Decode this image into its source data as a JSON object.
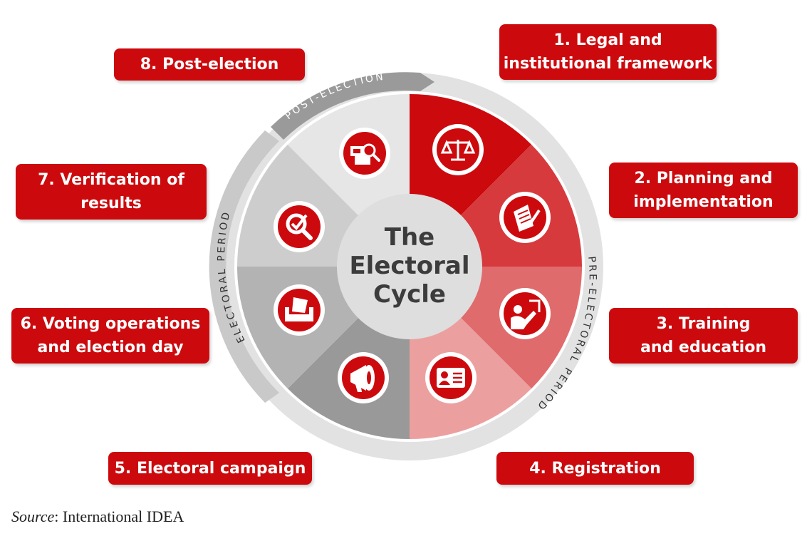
{
  "diagram": {
    "title_lines": [
      "The",
      "Electoral",
      "Cycle"
    ],
    "arc_labels": {
      "post_election": "POST-ELECTION",
      "pre_electoral": "PRE-ELECTORAL PERIOD",
      "electoral": "ELECTORAL PERIOD"
    },
    "stages": [
      {
        "number": 1,
        "line1": "1. Legal and",
        "line2": "institutional framework",
        "icon": "scales-of-justice-icon",
        "segment_color": "#cc0a0e"
      },
      {
        "number": 2,
        "line1": "2. Planning and",
        "line2": "implementation",
        "icon": "document-signing-icon",
        "segment_color": "#d73a3d"
      },
      {
        "number": 3,
        "line1": "3. Training",
        "line2": "and education",
        "icon": "teacher-presentation-icon",
        "segment_color": "#e06b6c"
      },
      {
        "number": 4,
        "line1": "4. Registration",
        "line2": "",
        "icon": "id-card-icon",
        "segment_color": "#eba09f"
      },
      {
        "number": 5,
        "line1": "5. Electoral campaign",
        "line2": "",
        "icon": "megaphone-icon",
        "segment_color": "#999999"
      },
      {
        "number": 6,
        "line1": "6. Voting operations",
        "line2": "and election day",
        "icon": "ballot-box-icon",
        "segment_color": "#b3b3b3"
      },
      {
        "number": 7,
        "line1": "7. Verification of",
        "line2": "results",
        "icon": "check-magnifier-icon",
        "segment_color": "#cdcdcd"
      },
      {
        "number": 8,
        "line1": "8. Post-election",
        "line2": "",
        "icon": "archive-search-icon",
        "segment_color": "#e6e6e6"
      }
    ],
    "colors": {
      "accent_red": "#cc0a0e",
      "center_disc": "#dedede",
      "center_text": "#3c3c3c",
      "outer_ring": "#e2e2e2",
      "post_arrow": "#9a9a9a",
      "electoral_arrow": "#c9c9c9"
    }
  },
  "source": {
    "prefix": "Source",
    "text": ": International IDEA"
  }
}
